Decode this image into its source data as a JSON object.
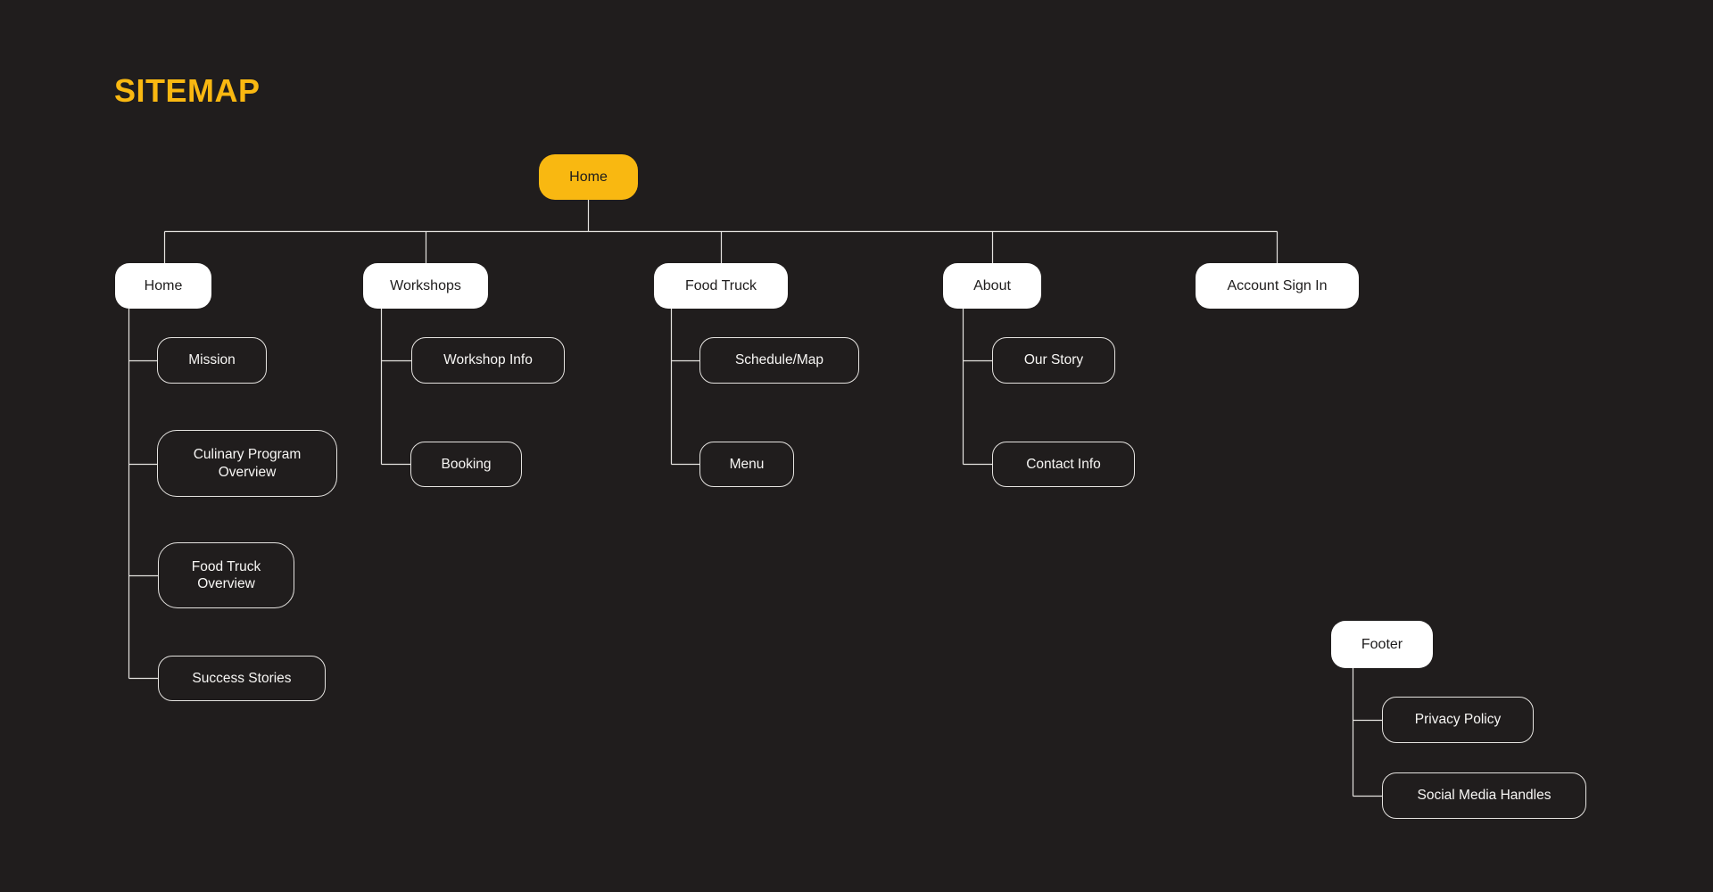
{
  "title": "SITEMAP",
  "colors": {
    "background": "#201D1D",
    "accent": "#F9B811",
    "node_fill": "#FFFFFF",
    "node_text": "#1E1C1C",
    "line": "#E5E3E0",
    "outline_text": "#F7F6F4"
  },
  "sitemap": {
    "root": {
      "label": "Home"
    },
    "sections": [
      {
        "label": "Home",
        "children": [
          "Mission",
          "Culinary Program Overview",
          "Food Truck Overview",
          "Success Stories"
        ]
      },
      {
        "label": "Workshops",
        "children": [
          "Workshop Info",
          "Booking"
        ]
      },
      {
        "label": "Food Truck",
        "children": [
          "Schedule/Map",
          "Menu"
        ]
      },
      {
        "label": "About",
        "children": [
          "Our Story",
          "Contact Info"
        ]
      },
      {
        "label": "Account Sign In",
        "children": []
      }
    ],
    "footer": {
      "label": "Footer",
      "children": [
        "Privacy Policy",
        "Social Media Handles"
      ]
    }
  }
}
